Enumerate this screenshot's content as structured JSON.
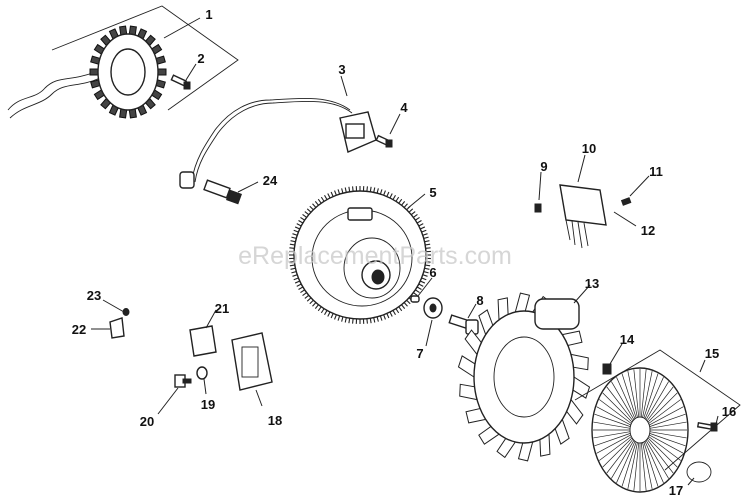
{
  "watermark": "eReplacementParts.com",
  "callouts": [
    {
      "id": "1",
      "text": "1"
    },
    {
      "id": "2",
      "text": "2"
    },
    {
      "id": "3",
      "text": "3"
    },
    {
      "id": "4",
      "text": "4"
    },
    {
      "id": "5",
      "text": "5"
    },
    {
      "id": "6",
      "text": "6"
    },
    {
      "id": "7",
      "text": "7"
    },
    {
      "id": "8",
      "text": "8"
    },
    {
      "id": "9",
      "text": "9"
    },
    {
      "id": "10",
      "text": "10"
    },
    {
      "id": "11",
      "text": "11"
    },
    {
      "id": "12",
      "text": "12"
    },
    {
      "id": "13",
      "text": "13"
    },
    {
      "id": "14",
      "text": "14"
    },
    {
      "id": "15",
      "text": "15"
    },
    {
      "id": "16",
      "text": "16"
    },
    {
      "id": "17",
      "text": "17"
    },
    {
      "id": "18",
      "text": "18"
    },
    {
      "id": "19",
      "text": "19"
    },
    {
      "id": "20",
      "text": "20"
    },
    {
      "id": "21",
      "text": "21"
    },
    {
      "id": "22",
      "text": "22"
    },
    {
      "id": "23",
      "text": "23"
    },
    {
      "id": "24",
      "text": "24"
    }
  ]
}
